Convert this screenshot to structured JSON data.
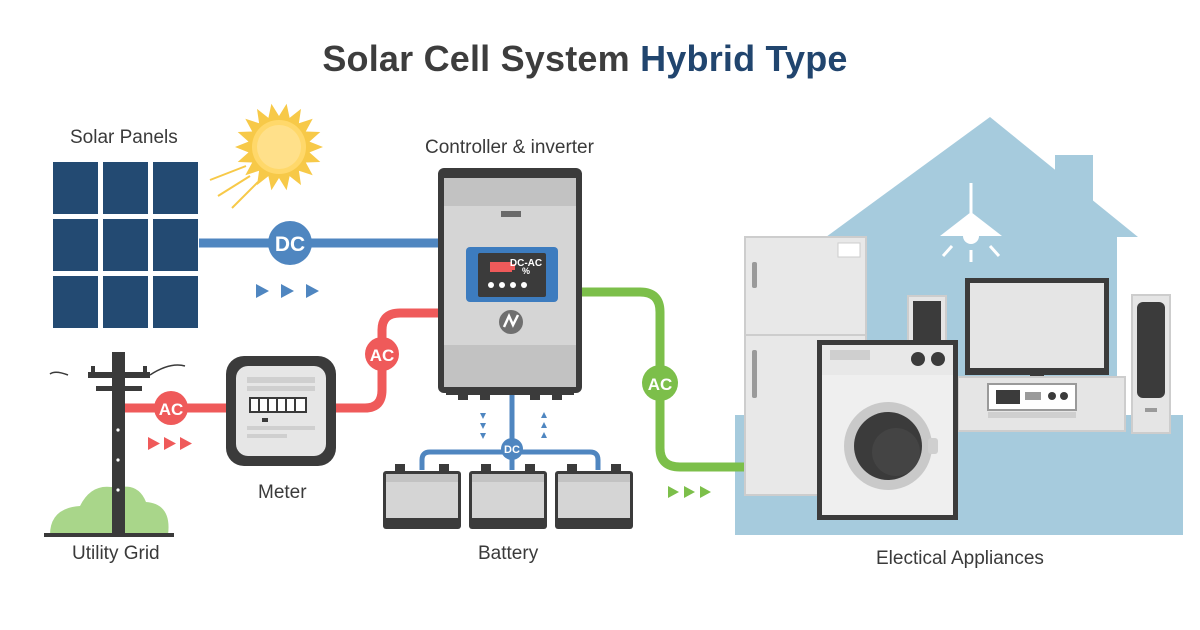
{
  "title": {
    "main": "Solar Cell System",
    "accent": "Hybrid Type"
  },
  "labels": {
    "solar_panels": "Solar Panels",
    "controller": "Controller & inverter",
    "meter": "Meter",
    "utility_grid": "Utility Grid",
    "battery": "Battery",
    "appliances": "Electical Appliances"
  },
  "badges": {
    "dc": "DC",
    "ac": "AC"
  },
  "display": {
    "mode": "DC-AC",
    "percent": "%"
  },
  "colors": {
    "title": "#3d3d3d",
    "title_accent": "#21456e",
    "dc_line": "#4f86c0",
    "ac_grid_line": "#ef5a5a",
    "ac_load_line": "#7cbf4a",
    "panel": "#234a72",
    "sun": "#f7c948",
    "house": "#a6cbdd"
  },
  "icons": [
    "sun-icon",
    "solar-panel-icon",
    "utility-pole-icon",
    "meter-icon",
    "inverter-icon",
    "battery-icon",
    "house-icon",
    "lamp-icon",
    "refrigerator-icon",
    "washing-machine-icon",
    "tv-icon",
    "speaker-icon",
    "stereo-icon",
    "flow-arrow-icon"
  ]
}
